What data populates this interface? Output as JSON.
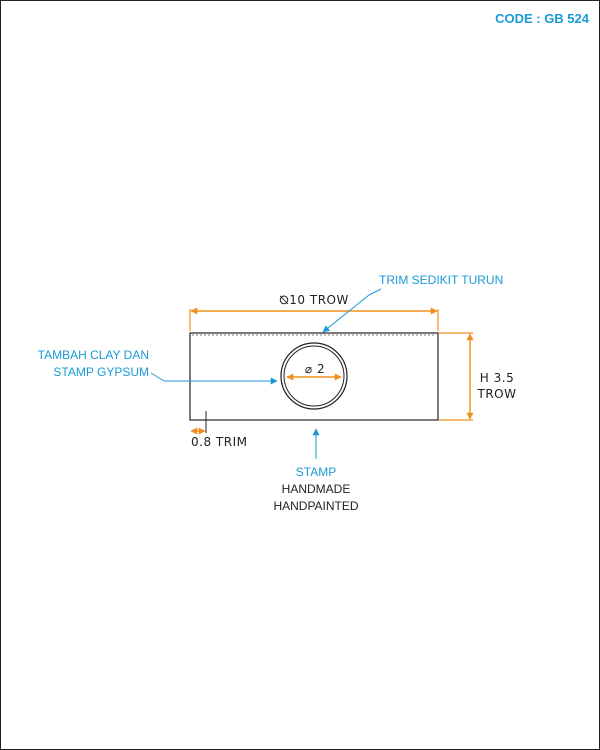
{
  "header": {
    "code": "CODE : GB 524"
  },
  "dimensions": {
    "width": "⦰10 TROW",
    "hole": "⌀ 2",
    "height_line1": "H 3.5",
    "height_line2": "TROW",
    "trim": "0.8 TRIM"
  },
  "notes": {
    "trim_top": "TRIM SEDIKIT TURUN",
    "clay_line1": "TAMBAH CLAY DAN",
    "clay_line2": "STAMP GYPSUM",
    "stamp_title": "STAMP",
    "stamp_line1": "HANDMADE",
    "stamp_line2": "HANDPAINTED"
  },
  "colors": {
    "dimension": "#f0901e",
    "annotation": "#1a9ad6",
    "outline": "#222222"
  }
}
